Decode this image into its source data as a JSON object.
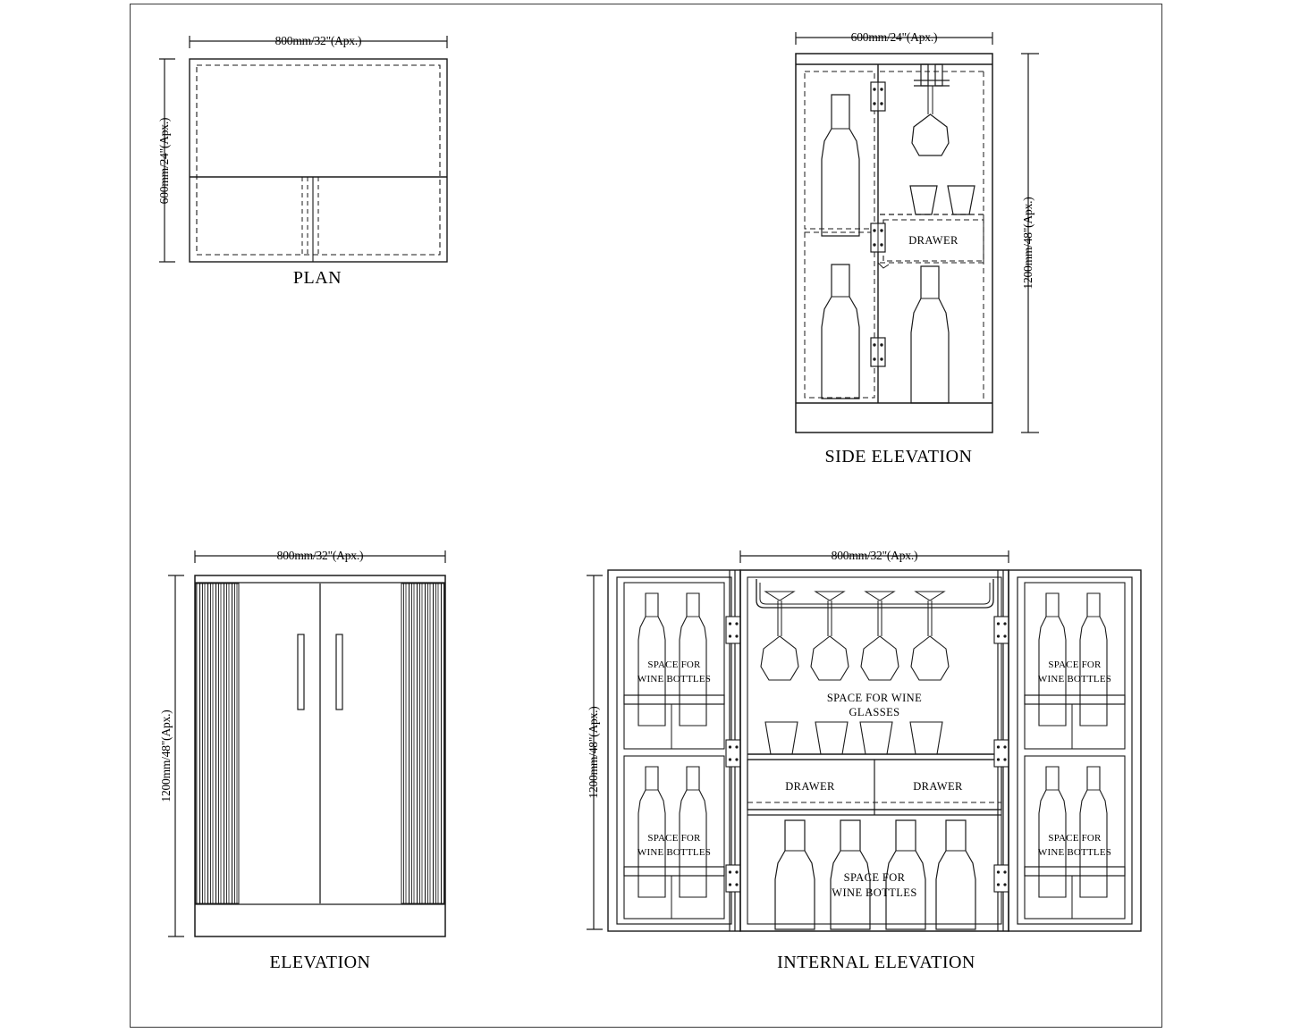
{
  "drawing": {
    "title": "Wine Bar Cabinet Technical Drawing",
    "border_color": "#3a3a3a",
    "line_color": "#1a1a1a"
  },
  "views": {
    "plan": {
      "caption": "PLAN",
      "width_dim": "800mm/32\"(Apx.)",
      "depth_dim": "600mm/24\"(Apx.)"
    },
    "side_elevation": {
      "caption": "SIDE ELEVATION",
      "width_dim": "600mm/24\"(Apx.)",
      "height_dim": "1200mm/48\"(Apx.)",
      "drawer_label": "DRAWER"
    },
    "elevation": {
      "caption": "ELEVATION",
      "width_dim": "800mm/32\"(Apx.)",
      "height_dim": "1200mm/48\"(Apx.)"
    },
    "internal_elevation": {
      "caption": "INTERNAL ELEVATION",
      "width_dim": "800mm/32\"(Apx.)",
      "height_dim": "1200mm/48\"(Apx.)",
      "glass_label_line1": "SPACE FOR WINE",
      "glass_label_line2": "GLASSES",
      "bottle_label_line1": "SPACE FOR",
      "bottle_label_line2": "WINE BOTTLES",
      "drawer_left_label": "DRAWER",
      "drawer_right_label": "DRAWER",
      "door_left_top_label_line1": "SPACE FOR",
      "door_left_top_label_line2": "WINE BOTTLES",
      "door_left_bottom_label_line1": "SPACE FOR",
      "door_left_bottom_label_line2": "WINE BOTTLES",
      "door_right_top_label_line1": "SPACE FOR",
      "door_right_top_label_line2": "WINE BOTTLES",
      "door_right_bottom_label_line1": "SPACE FOR",
      "door_right_bottom_label_line2": "WINE BOTTLES"
    }
  }
}
